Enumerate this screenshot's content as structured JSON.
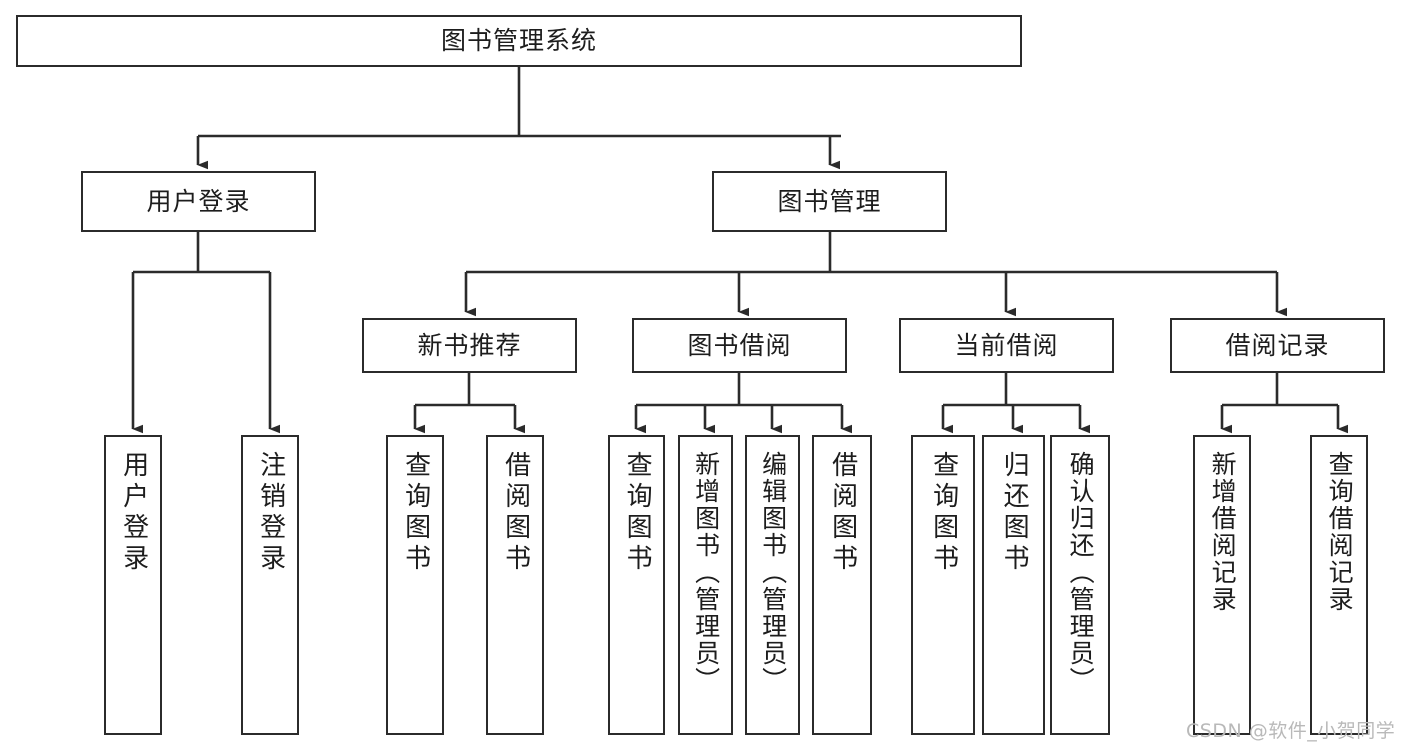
{
  "diagram": {
    "title": "图书管理系统",
    "type": "tree-hierarchy",
    "levels": 4,
    "colors": {
      "border": "#2b2b2b",
      "background": "#ffffff",
      "text": "#1d1d1d",
      "edge": "#2b2b2b",
      "watermark": "#b9b9b9"
    }
  },
  "root": {
    "label": "图书管理系统"
  },
  "level2": [
    {
      "label": "用户登录"
    },
    {
      "label": "图书管理"
    }
  ],
  "level3": [
    {
      "label": "新书推荐"
    },
    {
      "label": "图书借阅"
    },
    {
      "label": "当前借阅"
    },
    {
      "label": "借阅记录"
    }
  ],
  "leaves": {
    "user_login": [
      {
        "label": "用户登录"
      },
      {
        "label": "注销登录"
      }
    ],
    "new_book_recommend": [
      {
        "label": "查询图书"
      },
      {
        "label": "借阅图书"
      }
    ],
    "book_borrow": [
      {
        "label": "查询图书"
      },
      {
        "label": "新增图书（管理员）"
      },
      {
        "label": "编辑图书（管理员）"
      },
      {
        "label": "借阅图书"
      }
    ],
    "current_borrow": [
      {
        "label": "查询图书"
      },
      {
        "label": "归还图书"
      },
      {
        "label": "确认归还（管理员）"
      }
    ],
    "borrow_records": [
      {
        "label": "新增借阅记录"
      },
      {
        "label": "查询借阅记录"
      }
    ]
  },
  "watermark": {
    "text": "CSDN @软件_小贺同学"
  }
}
